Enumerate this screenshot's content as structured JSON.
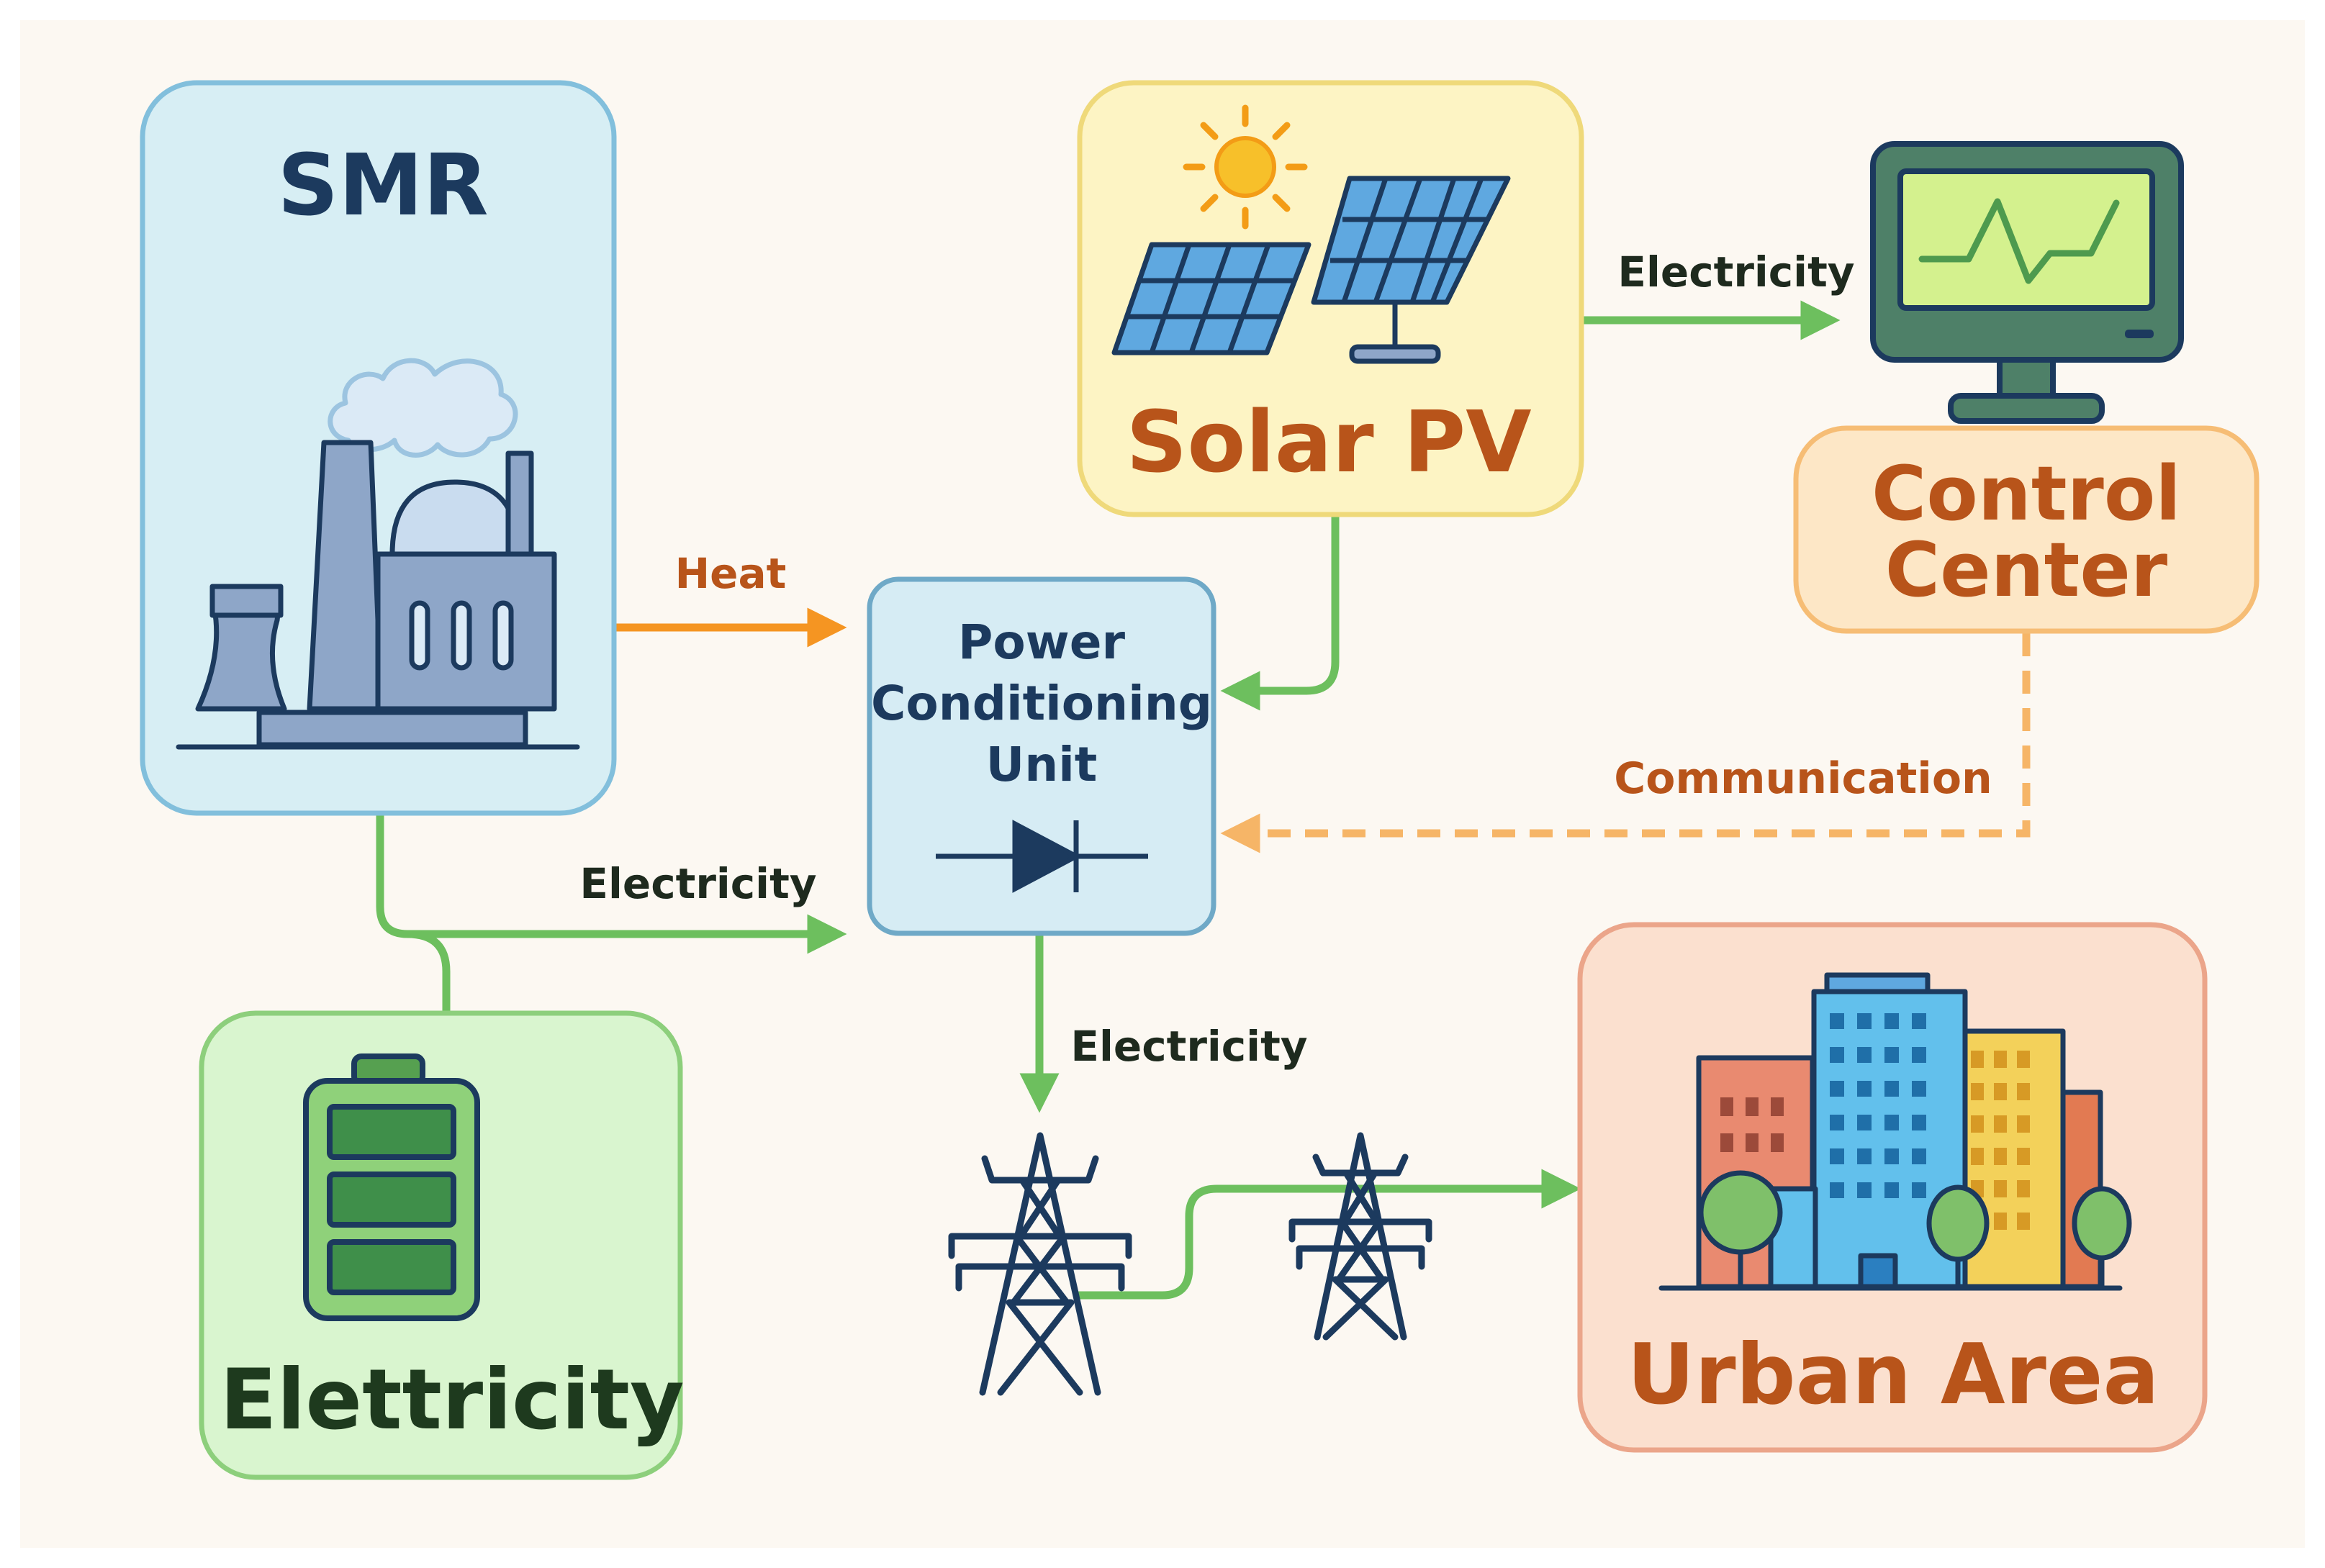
{
  "colors": {
    "background": "#fcf8f2",
    "smr_fill": "#d7eef4",
    "smr_border": "#82bfdc",
    "solar_fill": "#fdf4c4",
    "solar_border": "#efd97a",
    "pcu_fill": "#d6ecf4",
    "pcu_border": "#6fa9c7",
    "control_fill": "#fde7c6",
    "control_border": "#f6bd75",
    "storage_fill": "#d9f5cf",
    "storage_border": "#8dcf7c",
    "urban_fill": "#fbe0cf",
    "urban_border": "#eba58a",
    "navy": "#1c3a5e",
    "orange_text": "#b8541a",
    "green_arrow": "#6dbf5e",
    "heat_arrow": "#f59522",
    "comm_arrow": "#f6b567",
    "dark_label": "#1e2a1e"
  },
  "nodes": {
    "smr": {
      "title": "SMR",
      "icon": "nuclear-plant-icon"
    },
    "solar": {
      "title": "Solar PV",
      "icon": "solar-panel-icon"
    },
    "pcu": {
      "line1": "Power",
      "line2": "Conditioning",
      "line3": "Unit",
      "icon": "diode-icon"
    },
    "control": {
      "line1": "Control",
      "line2": "Center",
      "icon": "monitor-icon"
    },
    "storage": {
      "title": "Elettricity",
      "icon": "battery-icon"
    },
    "urban": {
      "title": "Urban Area",
      "icon": "city-buildings-icon"
    },
    "grid": {
      "icon": "transmission-tower-icon"
    }
  },
  "edges": {
    "smr_heat": "Heat",
    "smr_electricity": "Electricity",
    "solar_control": "Electricity",
    "control_communication": "Communication",
    "pcu_grid": "Electricity"
  }
}
